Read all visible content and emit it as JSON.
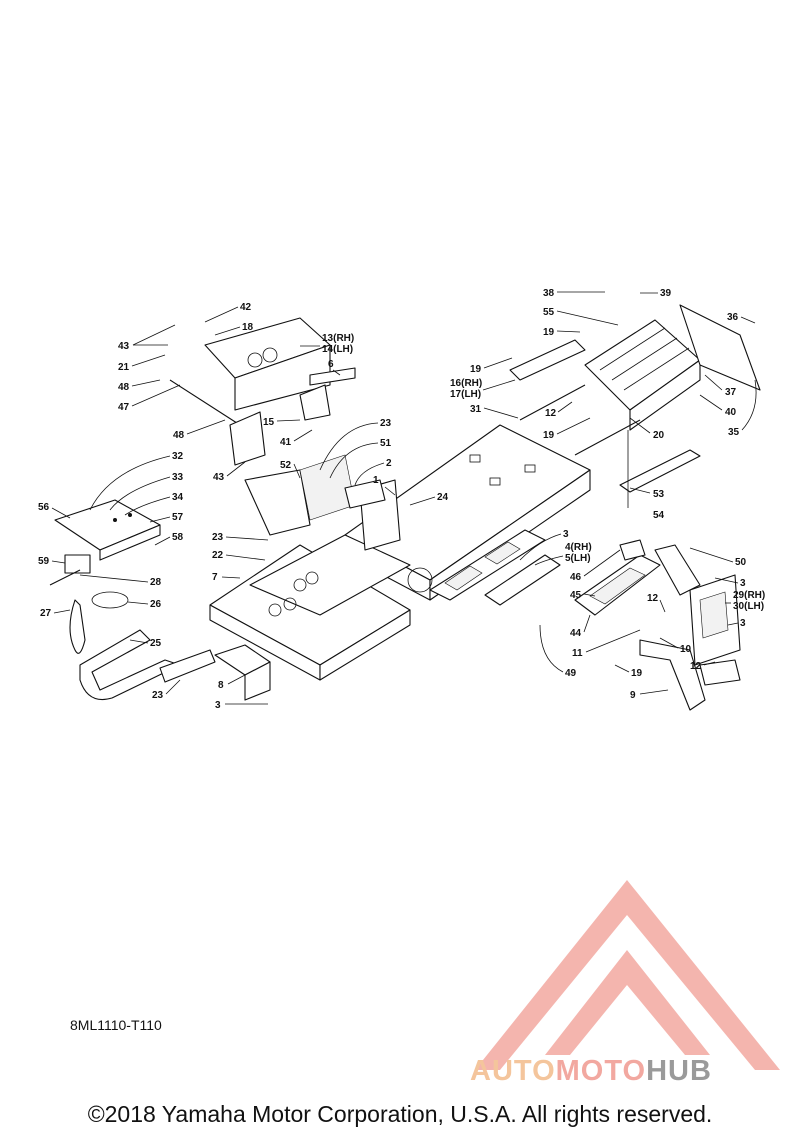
{
  "diagram": {
    "callouts": {
      "c38": "38",
      "c39": "39",
      "c55": "55",
      "c19a": "19",
      "c36": "36",
      "c19b": "19",
      "c16": "16(RH)",
      "c17": "17(LH)",
      "c31": "31",
      "c12a": "12",
      "c19c": "19",
      "c20": "20",
      "c37": "37",
      "c40": "40",
      "c35": "35",
      "c53": "53",
      "c54": "54",
      "c42": "42",
      "c18": "18",
      "c43a": "43",
      "c21": "21",
      "c48a": "48",
      "c47": "47",
      "c13": "13(RH)",
      "c14": "14(LH)",
      "c6": "6",
      "c15": "15",
      "c48b": "48",
      "c41": "41",
      "c43b": "43",
      "c23a": "23",
      "c51": "51",
      "c52": "52",
      "c2": "2",
      "c1": "1",
      "c24": "24",
      "c32": "32",
      "c33": "33",
      "c34": "34",
      "c56": "56",
      "c57": "57",
      "c58": "58",
      "c59": "59",
      "c28": "28",
      "c27": "27",
      "c26": "26",
      "c25": "25",
      "c23b": "23",
      "c23c": "23",
      "c22": "22",
      "c7": "7",
      "c8": "8",
      "c3a": "3",
      "c3b": "3",
      "c4": "4(RH)",
      "c5": "5(LH)",
      "c46": "46",
      "c45": "45",
      "c44": "44",
      "c49": "49",
      "c11": "11",
      "c12b": "12",
      "c10": "10",
      "c19d": "19",
      "c9": "9",
      "c50": "50",
      "c3c": "3",
      "c29": "29(RH)",
      "c30": "30(LH)",
      "c3d": "3",
      "c12c": "12"
    },
    "code": "8ML1110-T110"
  },
  "watermark": {
    "brand_a": "AUTO",
    "brand_b": "MOTO",
    "brand_c": "HUB",
    "color_a": "#f4c59c",
    "color_b": "#f2a8a0",
    "color_c": "#9a9a9a"
  },
  "footer": {
    "copyright": "©2018 Yamaha Motor Corporation, U.S.A. All rights reserved."
  }
}
